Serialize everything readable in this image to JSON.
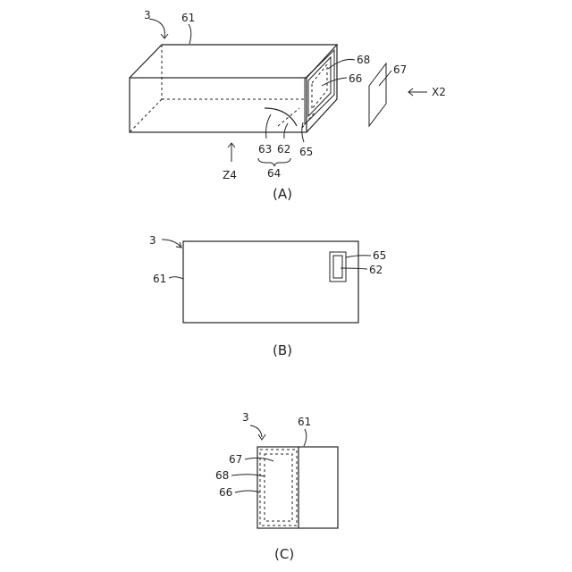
{
  "figure_a": {
    "caption": "(A)",
    "labels": {
      "ref_3": "3",
      "ref_61": "61",
      "ref_68": "68",
      "ref_66": "66",
      "ref_67": "67",
      "ref_x2": "X2",
      "ref_63": "63",
      "ref_62": "62",
      "ref_65": "65",
      "ref_64": "64",
      "ref_z4": "Z4"
    }
  },
  "figure_b": {
    "caption": "(B)",
    "labels": {
      "ref_3": "3",
      "ref_61": "61",
      "ref_65": "65",
      "ref_62": "62"
    }
  },
  "figure_c": {
    "caption": "(C)",
    "labels": {
      "ref_3": "3",
      "ref_61": "61",
      "ref_67": "67",
      "ref_68": "68",
      "ref_66": "66"
    }
  }
}
